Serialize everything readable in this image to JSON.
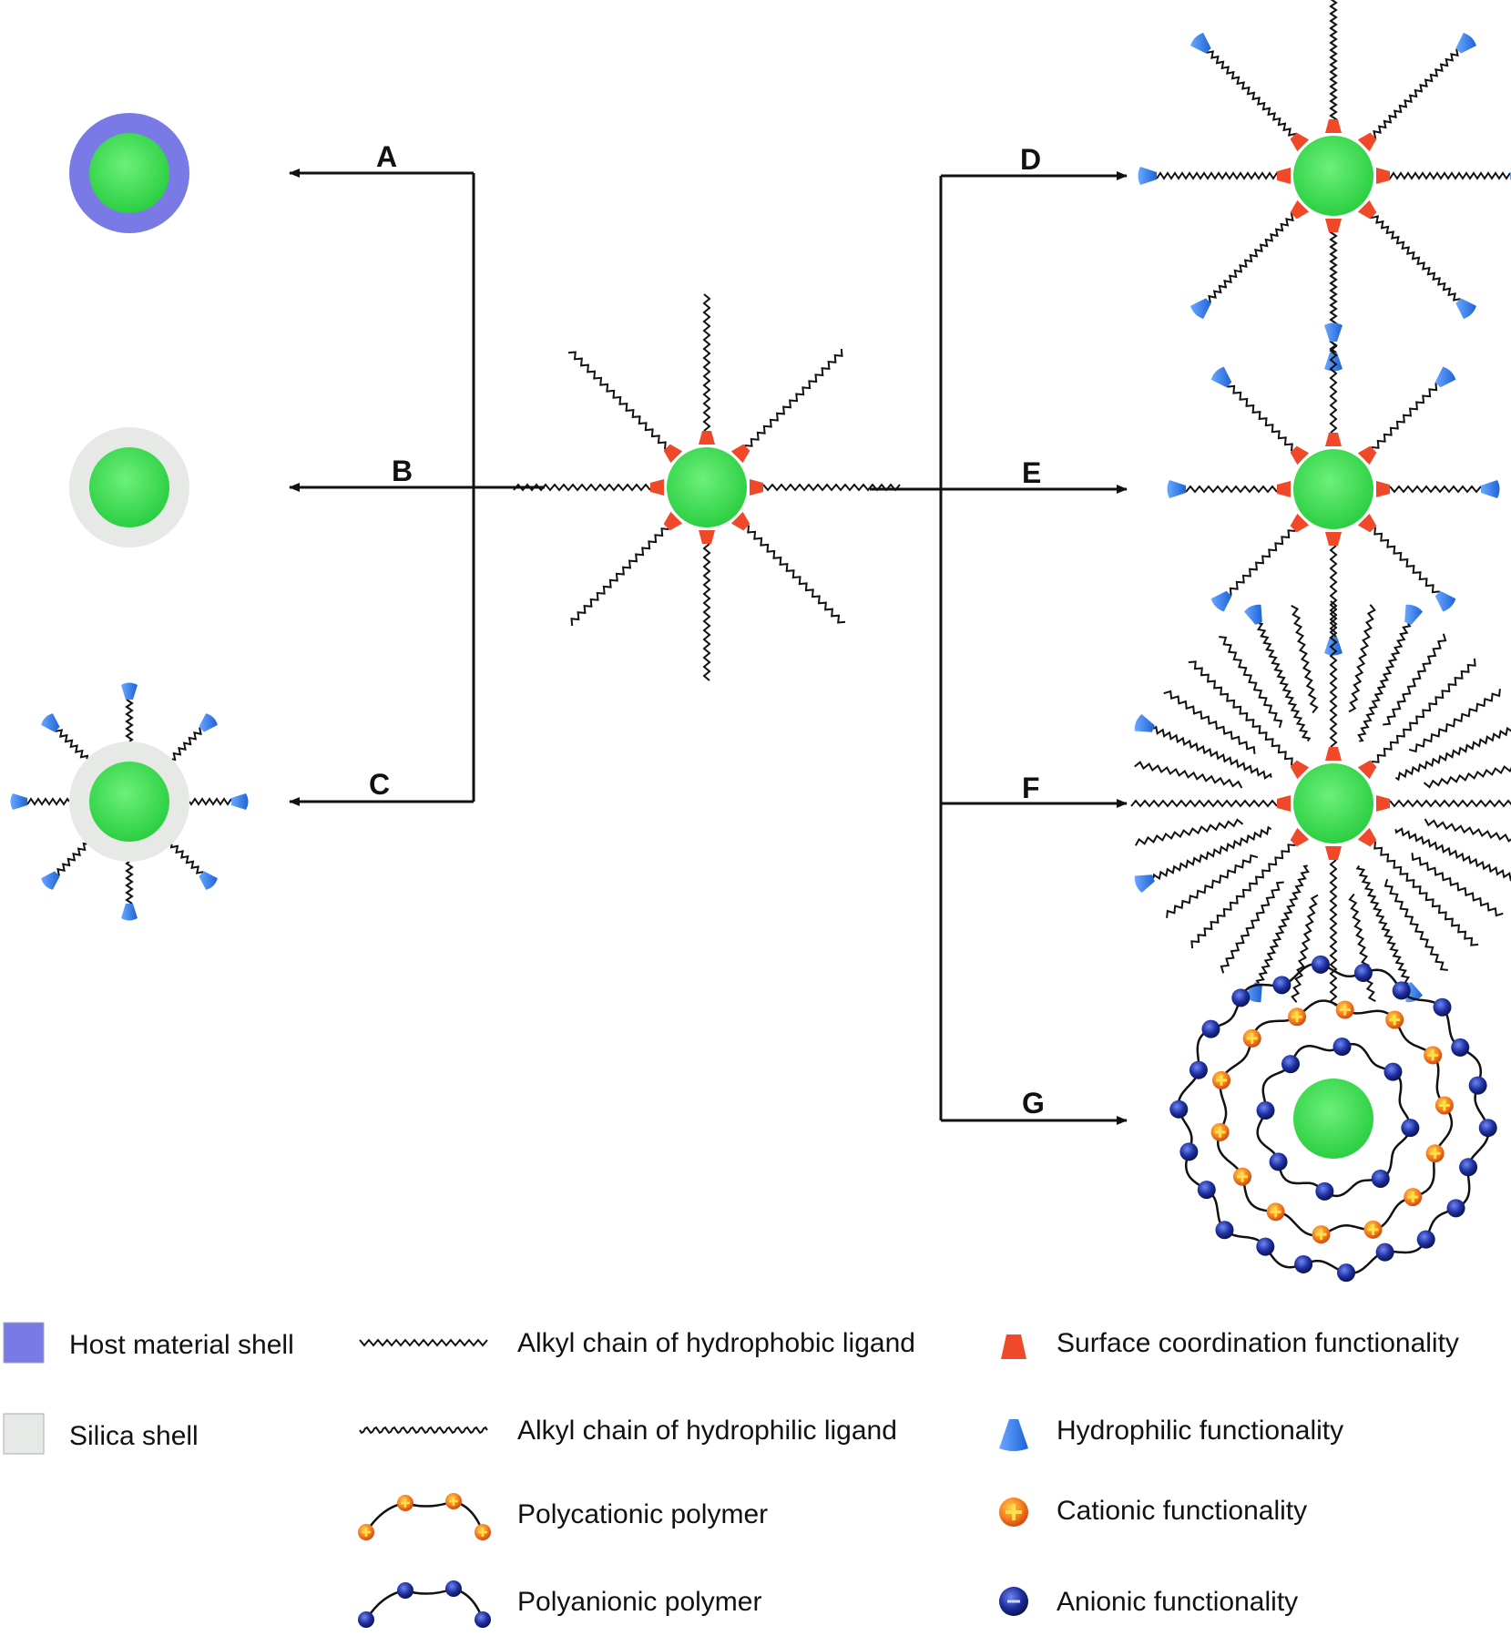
{
  "routes": [
    {
      "id": "A",
      "label": "A"
    },
    {
      "id": "B",
      "label": "B"
    },
    {
      "id": "C",
      "label": "C"
    },
    {
      "id": "D",
      "label": "D"
    },
    {
      "id": "E",
      "label": "E"
    },
    {
      "id": "F",
      "label": "F"
    },
    {
      "id": "G",
      "label": "G"
    }
  ],
  "legend": {
    "host_shell": "Host material shell",
    "silica_shell": "Silica shell",
    "hydrophobic_chain": "Alkyl chain of hydrophobic ligand",
    "hydrophilic_chain": "Alkyl chain of hydrophilic ligand",
    "polycationic": "Polycationic polymer",
    "polyanionic": "Polyanionic polymer",
    "surface_coordination": "Surface coordination functionality",
    "hydrophilic_func": "Hydrophilic functionality",
    "cationic": "Cationic functionality",
    "anionic": "Anionic functionality"
  },
  "colors": {
    "core": "#33d94a",
    "host_shell": "#7a7ae6",
    "silica_shell": "#e6e9e6",
    "coordination": "#f0492a",
    "hydrophilic": "#2f7de8",
    "cationic": "#f57f20",
    "anionic": "#1e2fa0",
    "line": "#111111"
  }
}
